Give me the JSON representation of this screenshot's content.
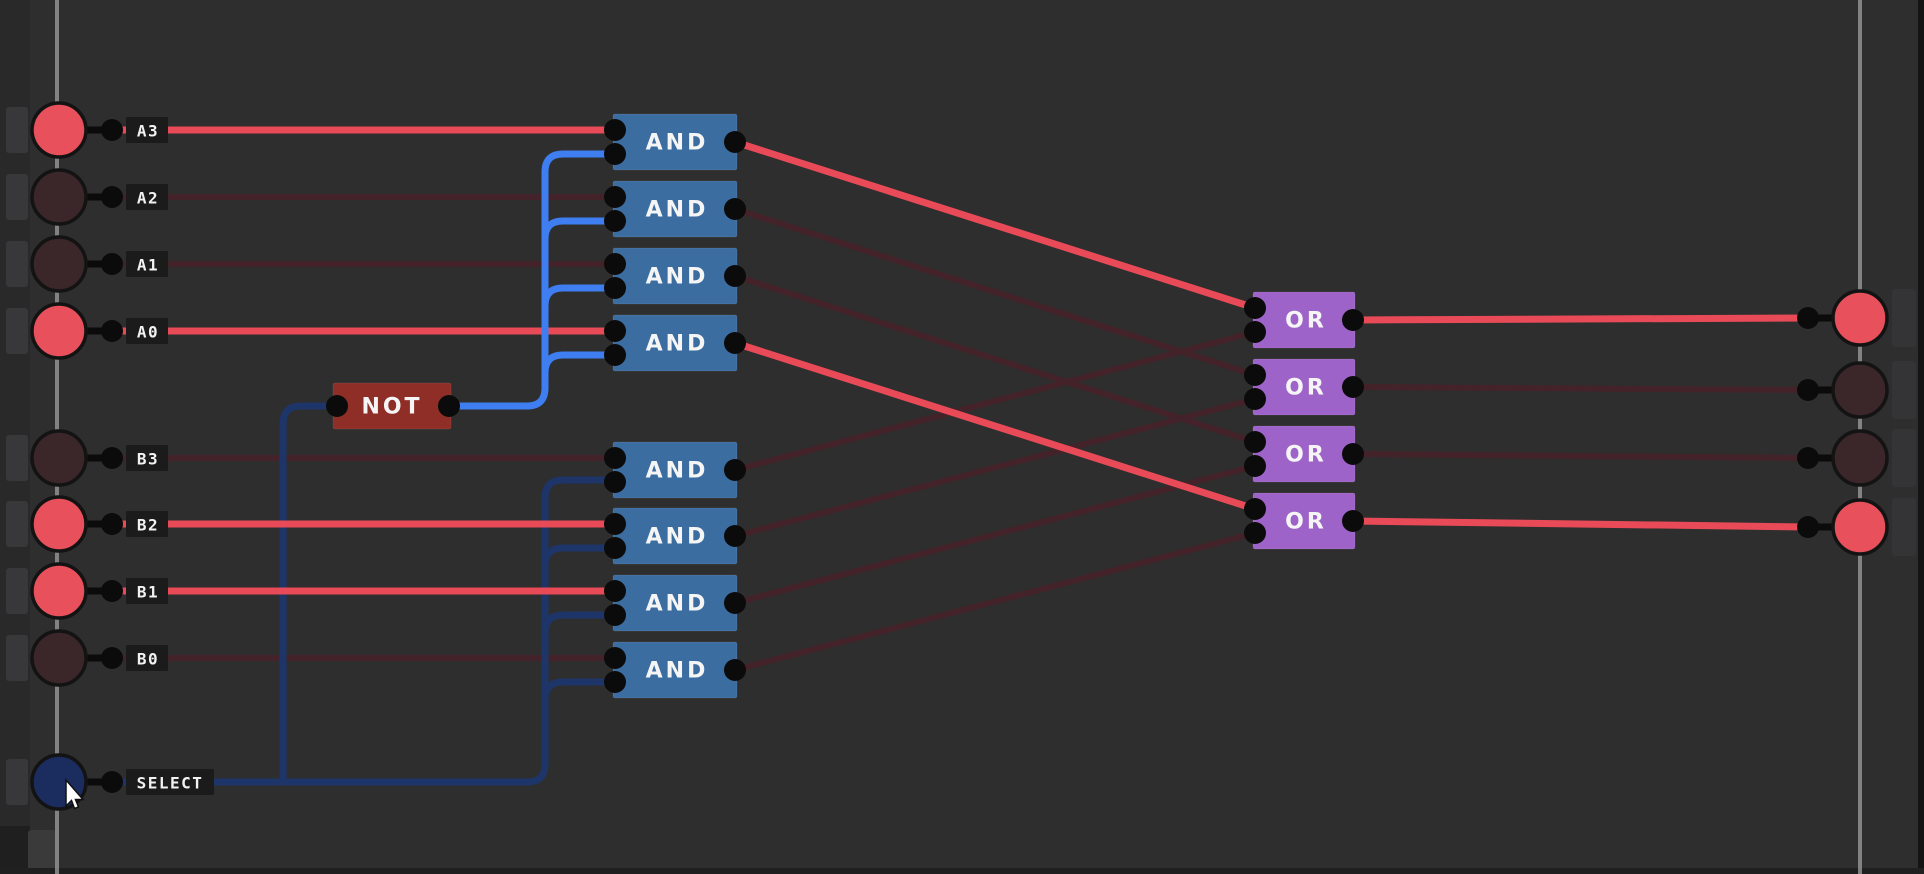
{
  "app": {
    "name": "logic-circuit-canvas",
    "view": "gate-schematic"
  },
  "colors": {
    "background": "#2e2e2f",
    "sidebar": "#29292a",
    "slot": "#38383a",
    "rail": "#909092",
    "wire_on": "#e84b57",
    "wire_off": "#432329",
    "wire_blue_on": "#3f7ef0",
    "wire_blue_off": "#1e3569",
    "pin": "#0b0b0b",
    "gate_and": "#3c6da1",
    "gate_or": "#9e63c8",
    "gate_not": "#8f2d27",
    "node_on": "#e8505c",
    "node_off": "#3b262a",
    "node_select_off": "#1b2c5f",
    "label_bg": "#1b1b1c",
    "label_text": "#f2f2f2"
  },
  "inputs": [
    {
      "label": "A3",
      "state": "on",
      "node_color": "#e8505c",
      "wire_color": "#e84b57"
    },
    {
      "label": "A2",
      "state": "off",
      "node_color": "#3b262a",
      "wire_color": "#432329"
    },
    {
      "label": "A1",
      "state": "off",
      "node_color": "#3b262a",
      "wire_color": "#432329"
    },
    {
      "label": "A0",
      "state": "on",
      "node_color": "#e8505c",
      "wire_color": "#e84b57"
    },
    {
      "label": "B3",
      "state": "off",
      "node_color": "#3b262a",
      "wire_color": "#432329"
    },
    {
      "label": "B2",
      "state": "on",
      "node_color": "#e8505c",
      "wire_color": "#e84b57"
    },
    {
      "label": "B1",
      "state": "on",
      "node_color": "#e8505c",
      "wire_color": "#e84b57"
    },
    {
      "label": "B0",
      "state": "off",
      "node_color": "#3b262a",
      "wire_color": "#432329"
    },
    {
      "label": "SELECT",
      "state": "off",
      "node_color": "#1b2c5f",
      "wire_color": "#1e3569"
    }
  ],
  "gates": {
    "not": {
      "label": "NOT",
      "fill": "#8f2d27",
      "out_wire": "#3f7ef0",
      "out_state": "on"
    },
    "and_top": [
      {
        "label": "AND",
        "fill": "#3c6da1",
        "out_wire": "#e84b57",
        "out_state": "on"
      },
      {
        "label": "AND",
        "fill": "#3c6da1",
        "out_wire": "#432329",
        "out_state": "off"
      },
      {
        "label": "AND",
        "fill": "#3c6da1",
        "out_wire": "#432329",
        "out_state": "off"
      },
      {
        "label": "AND",
        "fill": "#3c6da1",
        "out_wire": "#e84b57",
        "out_state": "on"
      }
    ],
    "and_bottom": [
      {
        "label": "AND",
        "fill": "#3c6da1",
        "out_wire": "#432329",
        "out_state": "off"
      },
      {
        "label": "AND",
        "fill": "#3c6da1",
        "out_wire": "#432329",
        "out_state": "off"
      },
      {
        "label": "AND",
        "fill": "#3c6da1",
        "out_wire": "#432329",
        "out_state": "off"
      },
      {
        "label": "AND",
        "fill": "#3c6da1",
        "out_wire": "#432329",
        "out_state": "off"
      }
    ],
    "or": [
      {
        "label": "OR",
        "fill": "#9e63c8",
        "out_wire": "#e84b57",
        "out_state": "on"
      },
      {
        "label": "OR",
        "fill": "#9e63c8",
        "out_wire": "#432329",
        "out_state": "off"
      },
      {
        "label": "OR",
        "fill": "#9e63c8",
        "out_wire": "#432329",
        "out_state": "off"
      },
      {
        "label": "OR",
        "fill": "#9e63c8",
        "out_wire": "#e84b57",
        "out_state": "on"
      }
    ]
  },
  "outputs": [
    {
      "state": "on",
      "node_color": "#e8505c"
    },
    {
      "state": "off",
      "node_color": "#3b262a"
    },
    {
      "state": "off",
      "node_color": "#3b262a"
    },
    {
      "state": "on",
      "node_color": "#e8505c"
    }
  ],
  "cursor": {
    "visible": true,
    "type": "arrow"
  }
}
